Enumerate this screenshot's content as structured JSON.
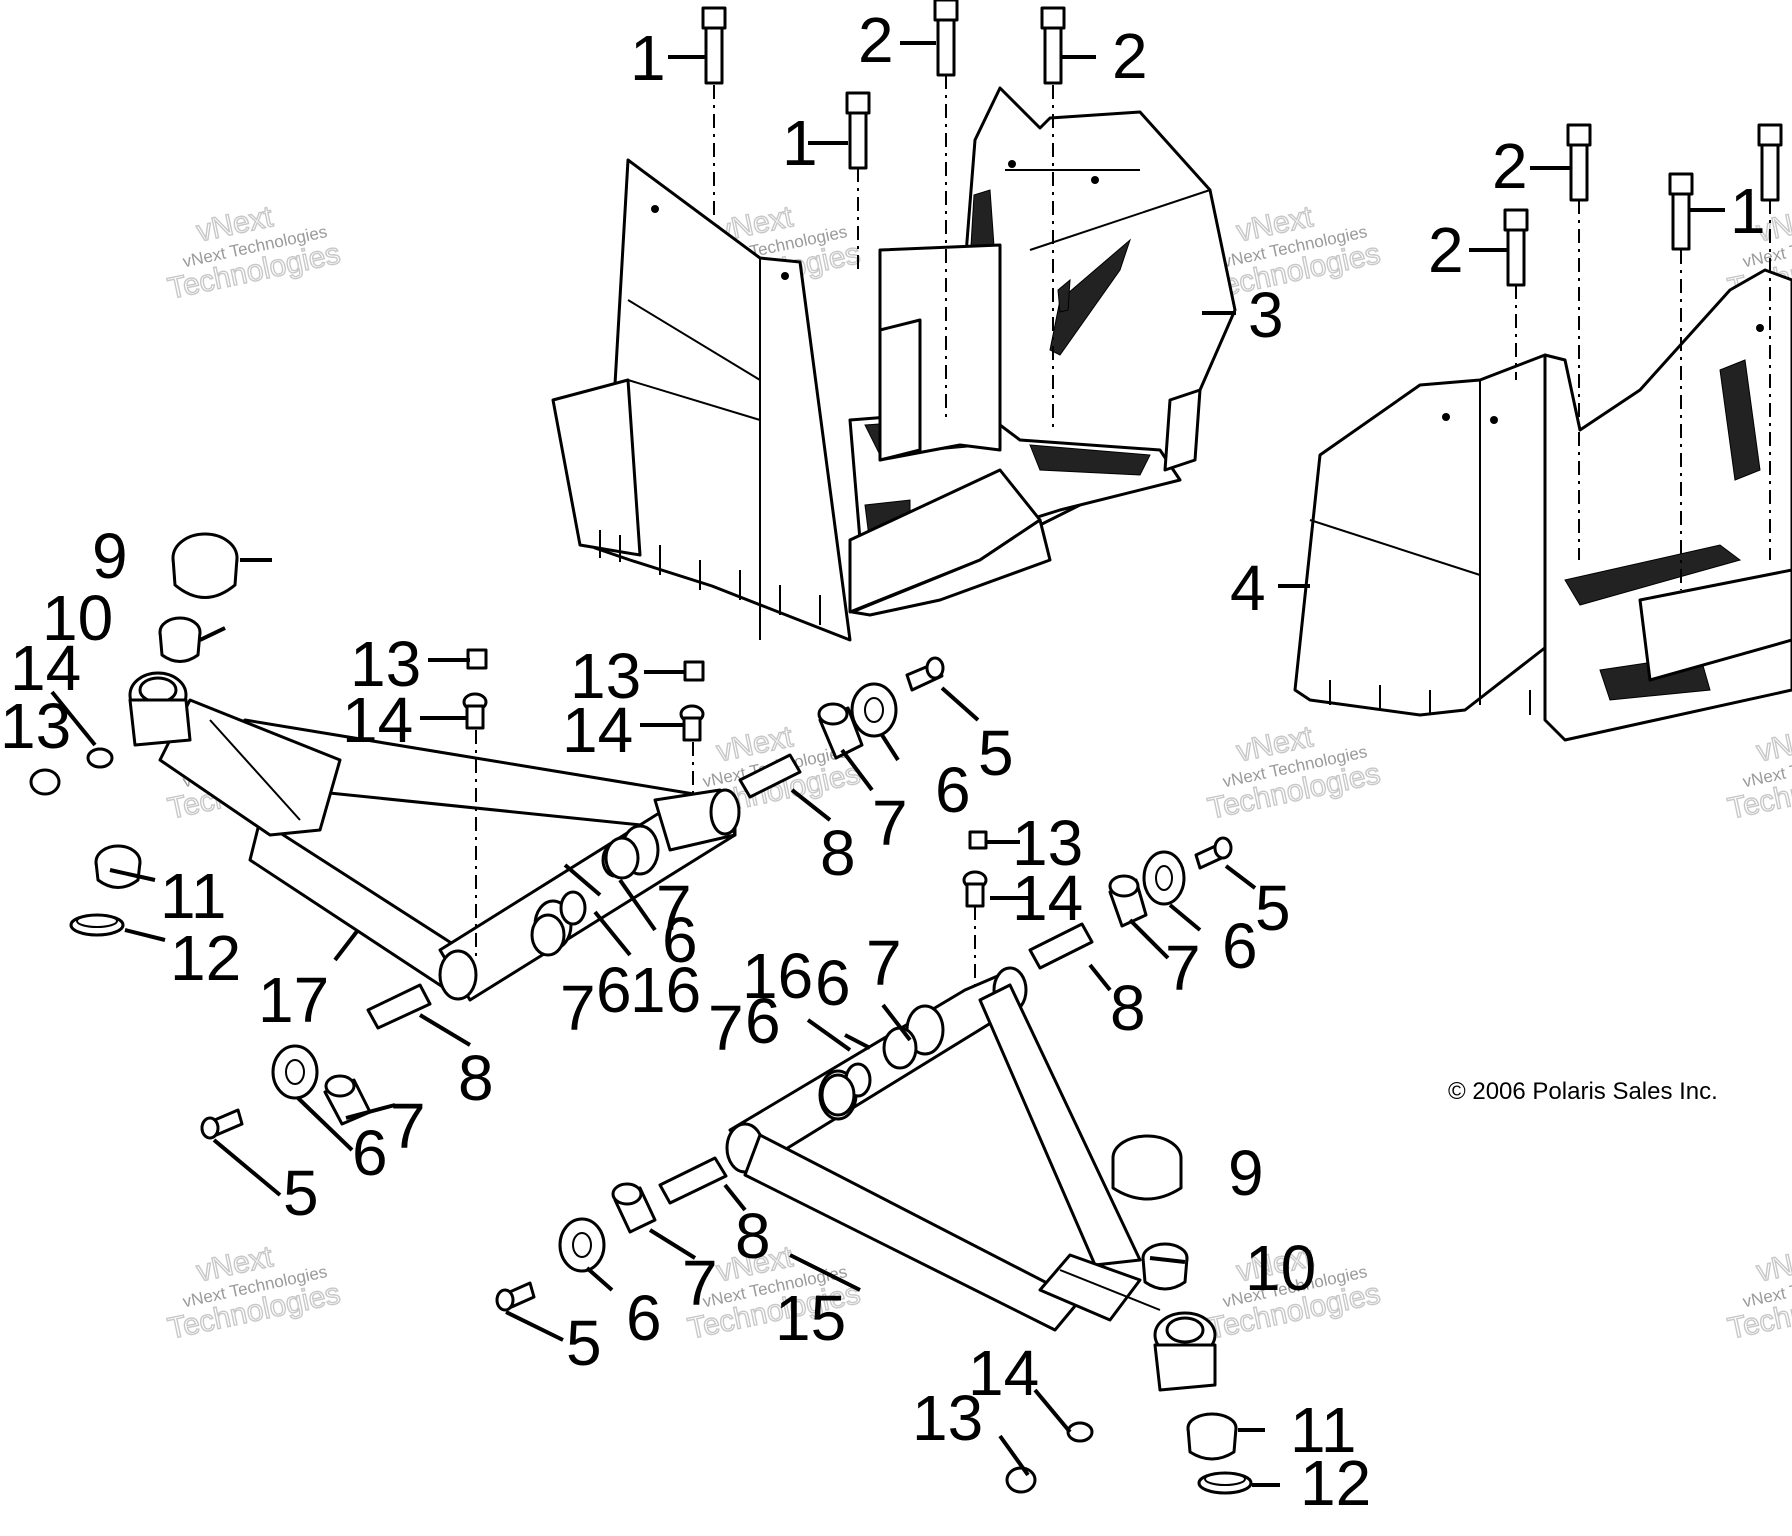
{
  "copyright": "© 2006 Polaris Sales Inc.",
  "watermark": {
    "line1": "vNext",
    "line2": "vNext Technologies",
    "line3": "Technologies"
  },
  "callouts": {
    "c1": "1",
    "c2": "2",
    "c3": "3",
    "c4": "4",
    "c5": "5",
    "c6": "6",
    "c7": "7",
    "c8": "8",
    "c9": "9",
    "c10": "10",
    "c11": "11",
    "c12": "12",
    "c13": "13",
    "c14": "14",
    "c15": "15",
    "c16": "16",
    "c17": "17"
  },
  "colors": {
    "line": "#000000",
    "background": "#ffffff",
    "watermark": "#9a9a9a"
  }
}
